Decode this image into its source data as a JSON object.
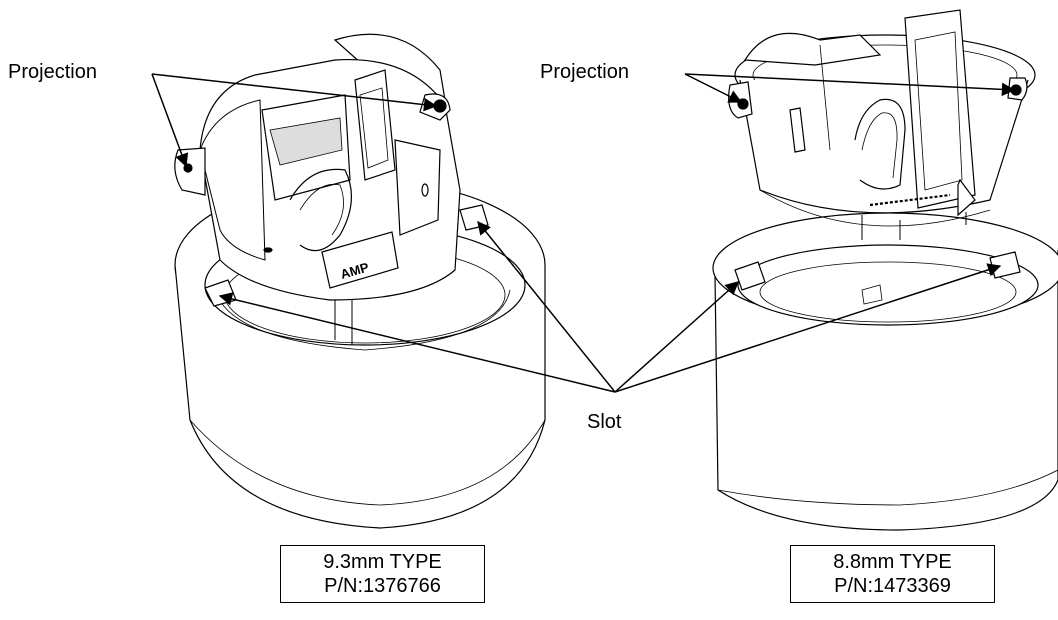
{
  "callouts": {
    "projection_left": "Projection",
    "projection_right": "Projection",
    "slot": "Slot"
  },
  "parts": [
    {
      "type": "9.3mm TYPE",
      "pn": "P/N:1376766"
    },
    {
      "type": "8.8mm TYPE",
      "pn": "P/N:1473369"
    }
  ],
  "stamp": "AMP"
}
